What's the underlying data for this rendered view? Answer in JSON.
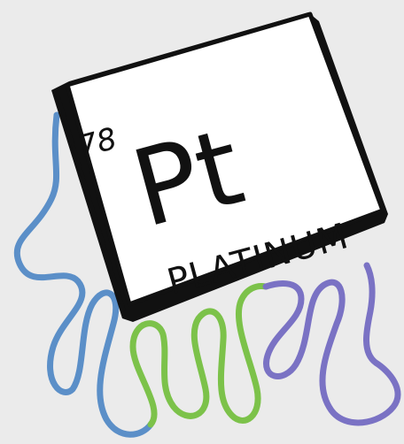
{
  "element": {
    "atomic_number": "78",
    "symbol": "Pt",
    "name": "PLATINUM"
  },
  "colors": {
    "background": "#ebebeb",
    "tile_face": "#ffffff",
    "tile_outline": "#111111",
    "ribbon_blue": "#5b8fc8",
    "ribbon_green": "#7cc24a",
    "ribbon_purple": "#7a72c4"
  }
}
